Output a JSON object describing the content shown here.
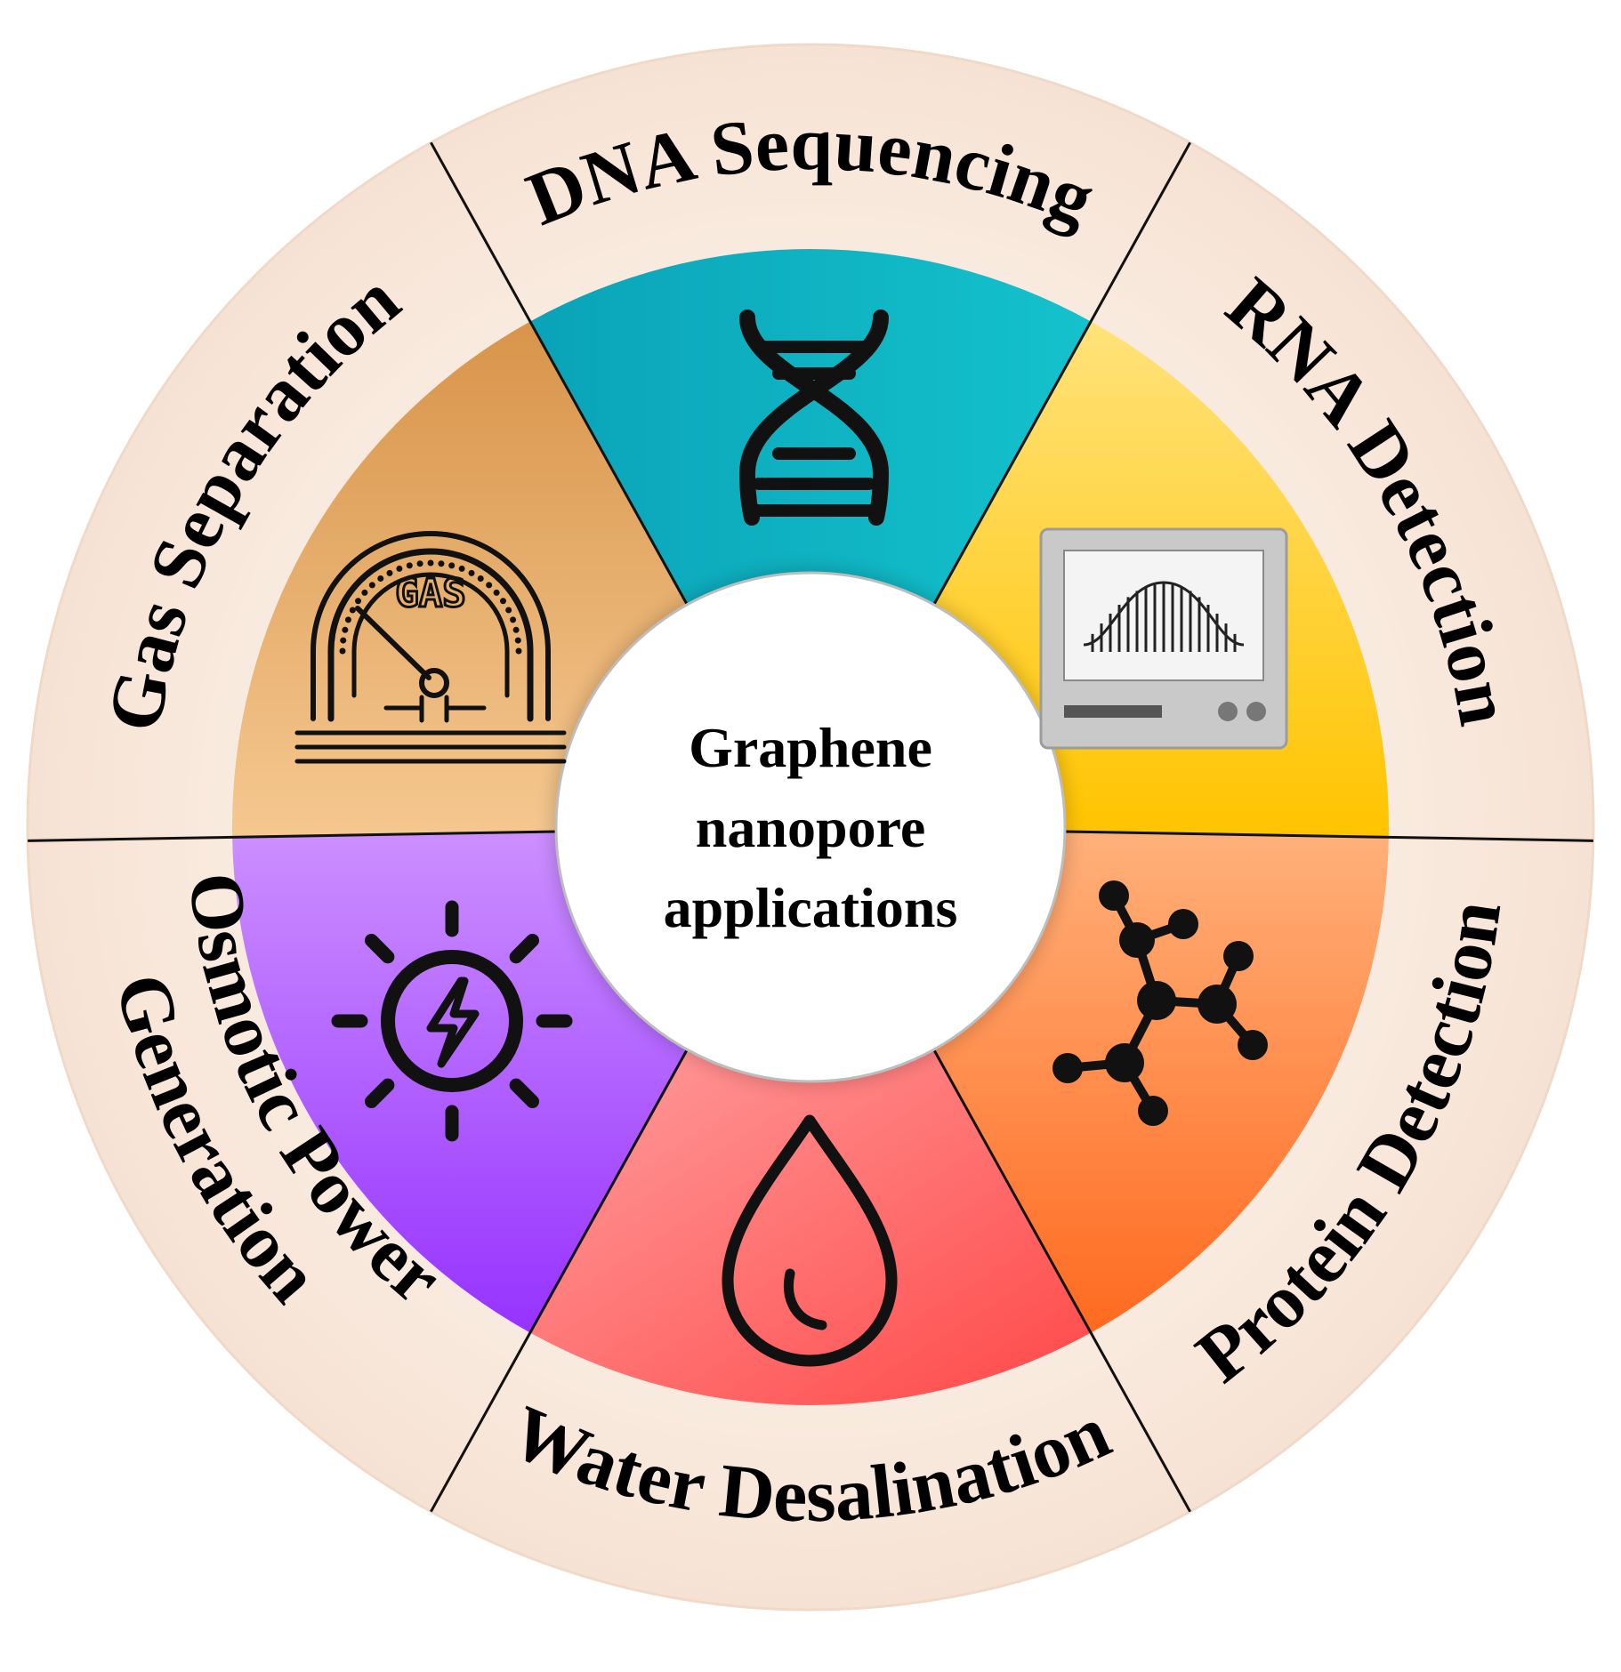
{
  "center": {
    "lines": [
      "Graphene",
      "nanopore",
      "applications"
    ]
  },
  "segments": [
    {
      "id": "dna",
      "label": "DNA Sequencing",
      "icon": "dna-helix-icon",
      "color_start": "#0aa3b8",
      "color_end": "#14c2cc"
    },
    {
      "id": "rna",
      "label": "RNA Detection",
      "icon": "monitor-waveform-icon",
      "color_start": "#ffe27a",
      "color_end": "#ffc400"
    },
    {
      "id": "protein",
      "label": "Protein Detection",
      "icon": "molecule-icon",
      "color_start": "#ffb07a",
      "color_end": "#ff6a1f"
    },
    {
      "id": "water",
      "label": "Water Desalination",
      "icon": "water-drop-icon",
      "color_start": "#ff9a9a",
      "color_end": "#ff4a4a"
    },
    {
      "id": "osmotic",
      "label_line1": "Osmotic Power",
      "label_line2": "Generation",
      "icon": "power-bolt-icon",
      "color_start": "#c98aff",
      "color_end": "#9a3cff"
    },
    {
      "id": "gas",
      "label": "Gas Separation",
      "icon": "gas-gauge-icon",
      "icon_text": "GAS",
      "color_start": "#d89a52",
      "color_end": "#f3c48a"
    }
  ],
  "colors": {
    "outer_ring": "#fbede2",
    "outer_ring_edge": "#f3ddcd",
    "divider": "#111111",
    "center_fill": "#ffffff"
  }
}
